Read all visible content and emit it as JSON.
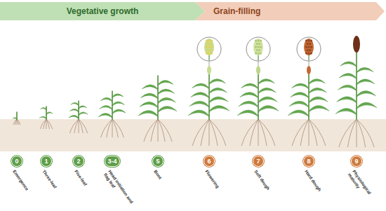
{
  "diagram": {
    "nodes": [
      {
        "text": [
          "Vegetative growth"
        ]
      },
      {
        "text": [
          "Grain-filling"
        ]
      },
      {
        "text": [
          "0",
          "Emergence"
        ]
      },
      {
        "text": [
          "1",
          "Three-leaf"
        ]
      },
      {
        "text": [
          "2",
          "Five-leaf"
        ]
      },
      {
        "text": [
          "3-4",
          "Head initiation and flag leaf"
        ]
      },
      {
        "text": [
          "5",
          "Boot"
        ]
      },
      {
        "text": [
          "6",
          "Flowering"
        ]
      },
      {
        "text": [
          "7",
          "Soft dough"
        ]
      },
      {
        "text": [
          "8",
          "Hard dough"
        ]
      },
      {
        "text": [
          "9",
          "Physiological maturity"
        ]
      }
    ]
  }
}
